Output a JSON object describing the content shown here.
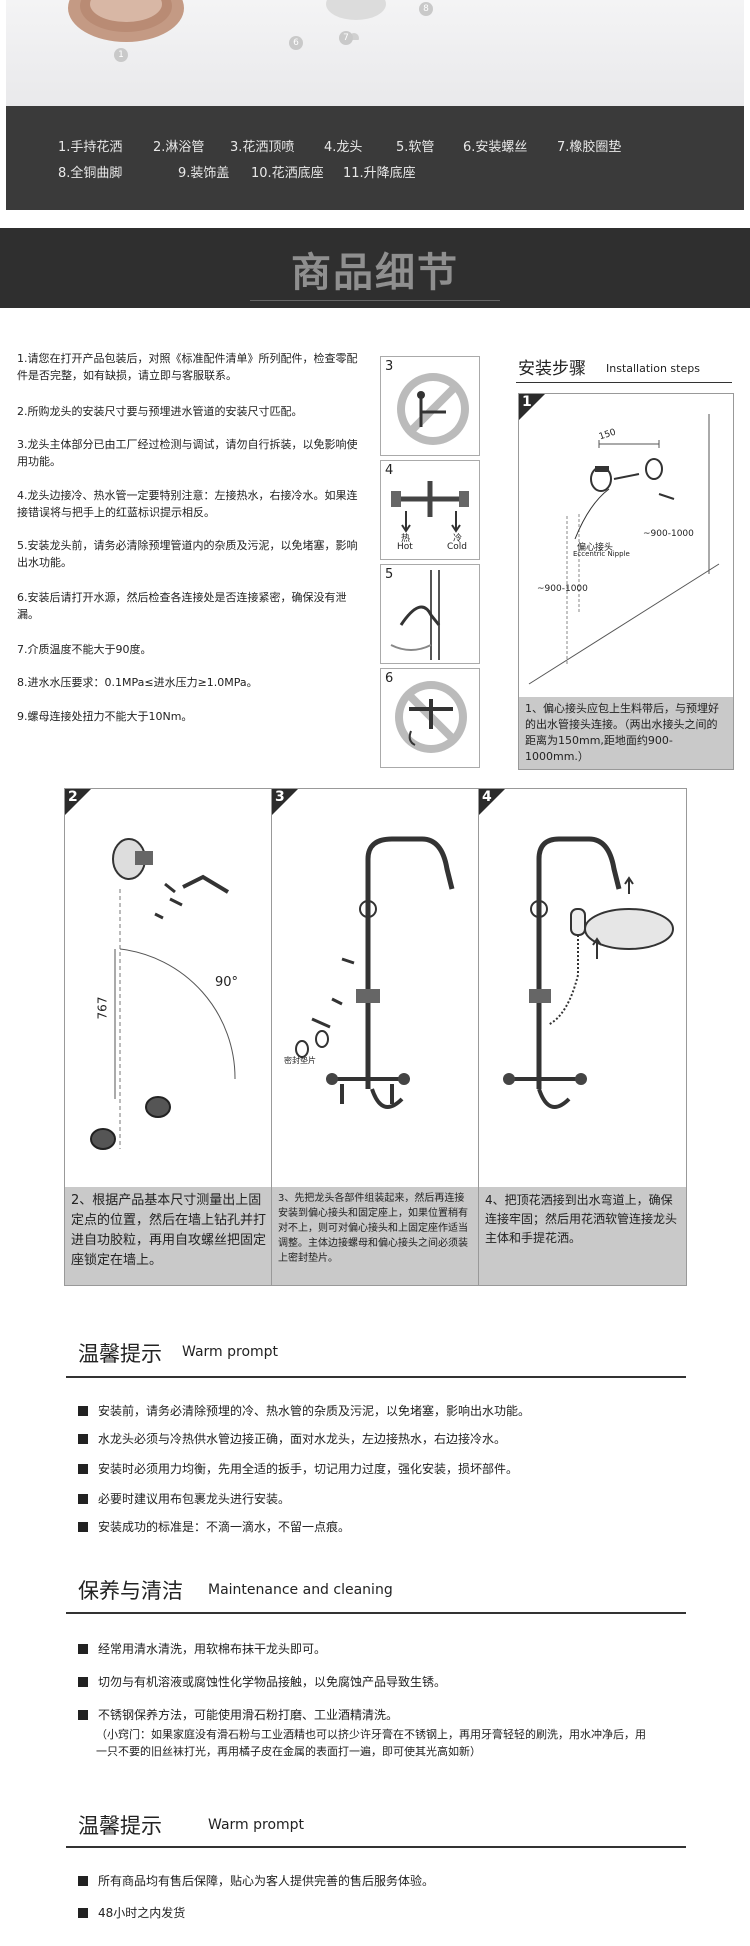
{
  "photo": {
    "markers": [
      "1",
      "6",
      "7",
      "8"
    ]
  },
  "legend": {
    "row1": [
      "1.手持花洒",
      "2.淋浴管",
      "3.花洒顶喷",
      "4.龙头",
      "5.软管",
      "6.安装螺丝",
      "7.橡胶圈垫"
    ],
    "row2": [
      "8.全铜曲脚",
      "9.装饰盖",
      "10.花洒底座",
      "11.升降底座"
    ]
  },
  "banner": {
    "title": "商品细节"
  },
  "notes": [
    "1.请您在打开产品包装后，对照《标准配件清单》所列配件，检查零配件是否完整，如有缺损，请立即与客服联系。",
    "2.所购龙头的安装尺寸要与预埋进水管道的安装尺寸匹配。",
    "3.龙头主体部分已由工厂经过检测与调试，请勿自行拆装，以免影响使用功能。",
    "4.龙头边接冷、热水管一定要特别注意：左接热水，右接冷水。如果连接错误将与把手上的红蓝标识提示相反。",
    "5.安装龙头前，请务必清除预埋管道内的杂质及污泥，以免堵塞，影响出水功能。",
    "6.安装后请打开水源，然后检查各连接处是否连接紧密，确保没有泄漏。",
    "7.介质温度不能大于90度。",
    "8.进水水压要求：0.1MPa≤进水压力≥1.0MPa。",
    "9.螺母连接处扭力不能大于10Nm。"
  ],
  "small_boxes": {
    "nums": [
      "3",
      "4",
      "5",
      "6"
    ],
    "hot_label": "热",
    "hot_en": "Hot",
    "cold_label": "冷",
    "cold_en": "Cold"
  },
  "steps": {
    "title": "安装步骤",
    "subtitle": "Installation steps",
    "p1": {
      "num": "1",
      "dim_150": "150",
      "dim_h1": "~900-1000",
      "dim_h2": "~900-1000",
      "nipple_cn": "偏心接头",
      "nipple_en": "Eccentric Nipple",
      "caption": "1、偏心接头应包上生料带后，与预埋好的出水管接头连接。（两出水接头之间的距离为150mm,距地面约900-1000mm.）"
    },
    "p2": {
      "num": "2",
      "dim_767": "767",
      "angle": "90°",
      "caption": "2、根据产品基本尺寸测量出上固定点的位置，然后在墙上钻孔并打进自功胶粒，再用自攻螺丝把固定座锁定在墙上。"
    },
    "p3": {
      "num": "3",
      "seal_label": "密封垫片",
      "caption": "3、先把龙头各部件组装起来，然后再连接安装到偏心接头和固定座上，如果位置稍有对不上，则可对偏心接头和上固定座作适当调整。主体边接螺母和偏心接头之间必须装上密封垫片。"
    },
    "p4": {
      "num": "4",
      "caption": "4、把顶花洒接到出水弯道上，确保连接牢固；然后用花洒软管连接龙头主体和手提花洒。"
    }
  },
  "warm1": {
    "title": "温馨提示",
    "sub": "Warm prompt",
    "items": [
      "安装前，请务必清除预埋的冷、热水管的杂质及污泥，以免堵塞，影响出水功能。",
      "水龙头必须与冷热供水管边接正确，面对水龙头，左边接热水，右边接冷水。",
      "安装时必须用力均衡，先用全适的扳手，切记用力过度，强化安装，损坏部件。",
      "必要时建议用布包裹龙头进行安装。",
      "安装成功的标准是：不滴一滴水，不留一点痕。"
    ]
  },
  "care": {
    "title": "保养与清洁",
    "sub": "Maintenance and cleaning",
    "items": [
      "经常用清水清洗，用软棉布抹干龙头即可。",
      "切勿与有机溶液或腐蚀性化学物品接触，以免腐蚀产品导致生锈。",
      "不锈钢保养方法，可能使用滑石粉打磨、工业酒精清洗。"
    ],
    "tip": "（小窍门：如果家庭没有滑石粉与工业酒精也可以挤少许牙膏在不锈钢上，再用牙膏轻轻的刷洗，用水冲净后，用一只不要的旧丝袜打光，再用橘子皮在金属的表面打一遍，即可使其光高如新）"
  },
  "warm2": {
    "title": "温馨提示",
    "sub": "Warm prompt",
    "items": [
      "所有商品均有售后保障，贴心为客人提供完善的售后服务体验。",
      "48小时之内发货"
    ]
  }
}
